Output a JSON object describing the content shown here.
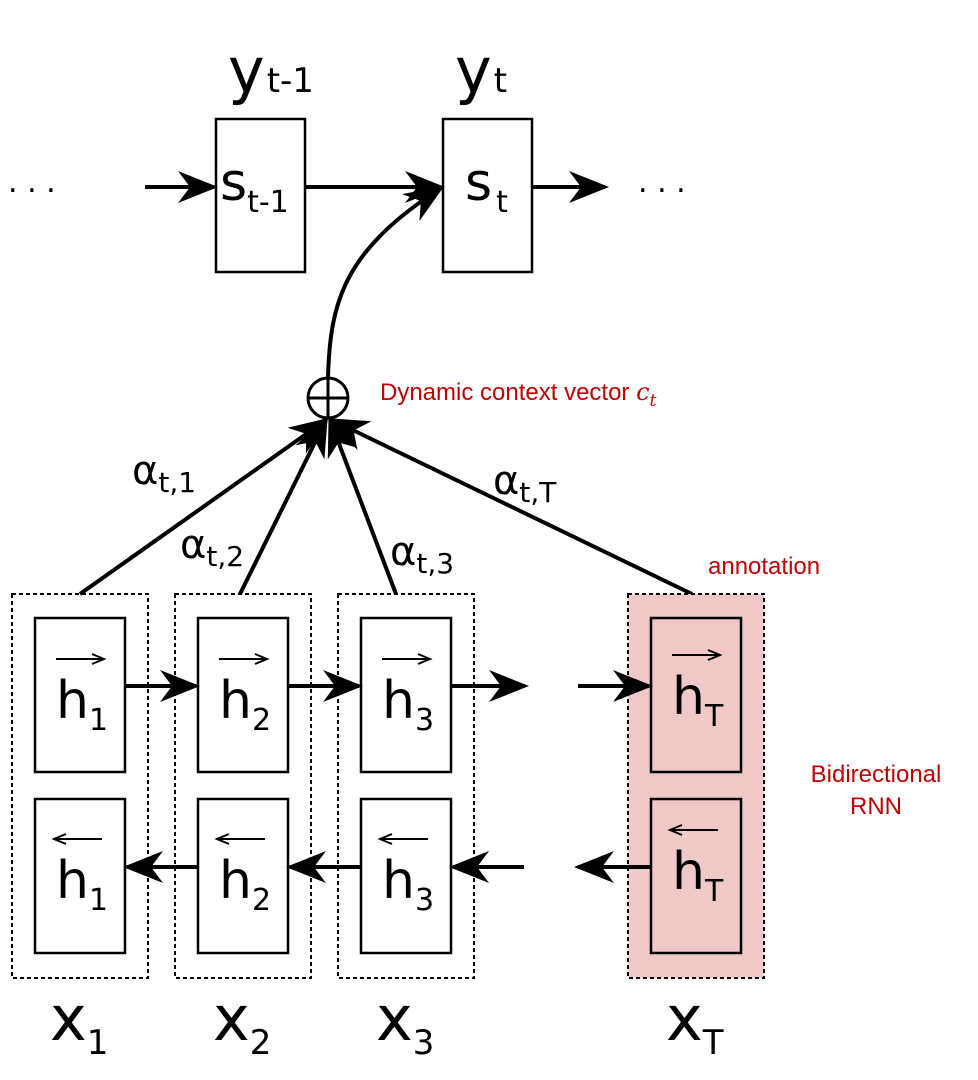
{
  "diagram": {
    "title": "Attention-based encoder-decoder with bidirectional RNN",
    "colors": {
      "annotation_text": "#c00000",
      "annotation_fill": "#f0c8c8",
      "stroke": "#000000"
    },
    "decoder": {
      "outputs": [
        {
          "base": "y",
          "sub": "t-1"
        },
        {
          "base": "y",
          "sub": "t"
        }
      ],
      "states": [
        {
          "base": "s",
          "sub": "t-1"
        },
        {
          "base": "s",
          "sub": "t"
        }
      ],
      "ellipsis": ". . ."
    },
    "context": {
      "symbol": "⊕",
      "label": "Dynamic context vector ",
      "label_var": "c",
      "label_var_sub": "t"
    },
    "weights": [
      {
        "base": "α",
        "sub": "t,1"
      },
      {
        "base": "α",
        "sub": "t,2"
      },
      {
        "base": "α",
        "sub": "t,3"
      },
      {
        "base": "α",
        "sub": "t,T"
      }
    ],
    "encoder": {
      "forward_states": [
        {
          "base": "h",
          "sub": "1",
          "arrow": "→"
        },
        {
          "base": "h",
          "sub": "2",
          "arrow": "→"
        },
        {
          "base": "h",
          "sub": "3",
          "arrow": "→"
        },
        {
          "base": "h",
          "sub": "T",
          "arrow": "→"
        }
      ],
      "backward_states": [
        {
          "base": "h",
          "sub": "1",
          "arrow": "←"
        },
        {
          "base": "h",
          "sub": "2",
          "arrow": "←"
        },
        {
          "base": "h",
          "sub": "3",
          "arrow": "←"
        },
        {
          "base": "h",
          "sub": "T",
          "arrow": "←"
        }
      ],
      "inputs": [
        {
          "base": "x",
          "sub": "1"
        },
        {
          "base": "x",
          "sub": "2"
        },
        {
          "base": "x",
          "sub": "3"
        },
        {
          "base": "x",
          "sub": "T"
        }
      ]
    },
    "annotations": {
      "annotation_label": "annotation",
      "birnn_line1": "Bidirectional",
      "birnn_line2": "RNN"
    }
  }
}
